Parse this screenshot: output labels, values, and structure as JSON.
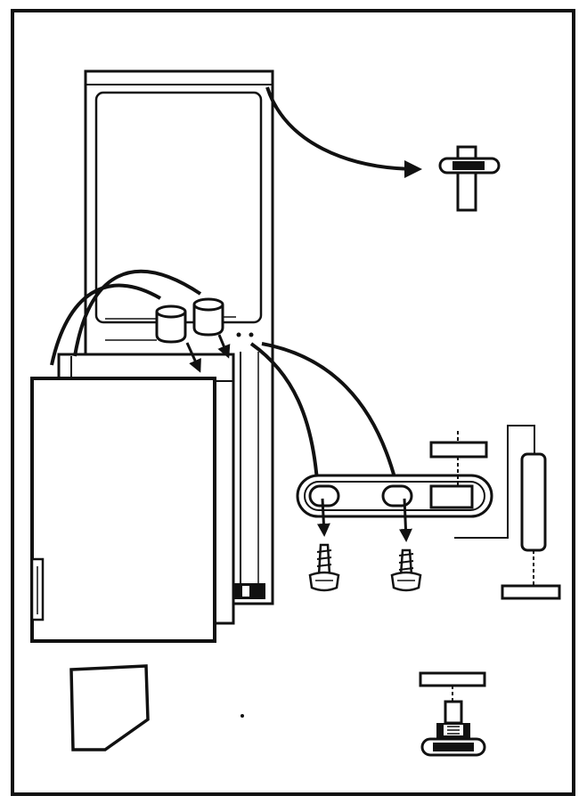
{
  "diagram": {
    "kind": "fridge-door-reversal-assembly",
    "colors": {
      "ink": "#111111",
      "paper": "#ffffff",
      "light_fill": "#f4f4f4"
    },
    "parts": [
      {
        "id": "fridge-cabinet",
        "label": ""
      },
      {
        "id": "fridge-door",
        "label": ""
      },
      {
        "id": "top-hinge-pin",
        "label": ""
      },
      {
        "id": "hinge-caps",
        "label": ""
      },
      {
        "id": "middle-hinge-bracket",
        "label": ""
      },
      {
        "id": "screws",
        "label": ""
      },
      {
        "id": "hinge-spacer-set",
        "label": ""
      },
      {
        "id": "bottom-hinge-pin",
        "label": ""
      },
      {
        "id": "corner-cover",
        "label": ""
      }
    ]
  }
}
